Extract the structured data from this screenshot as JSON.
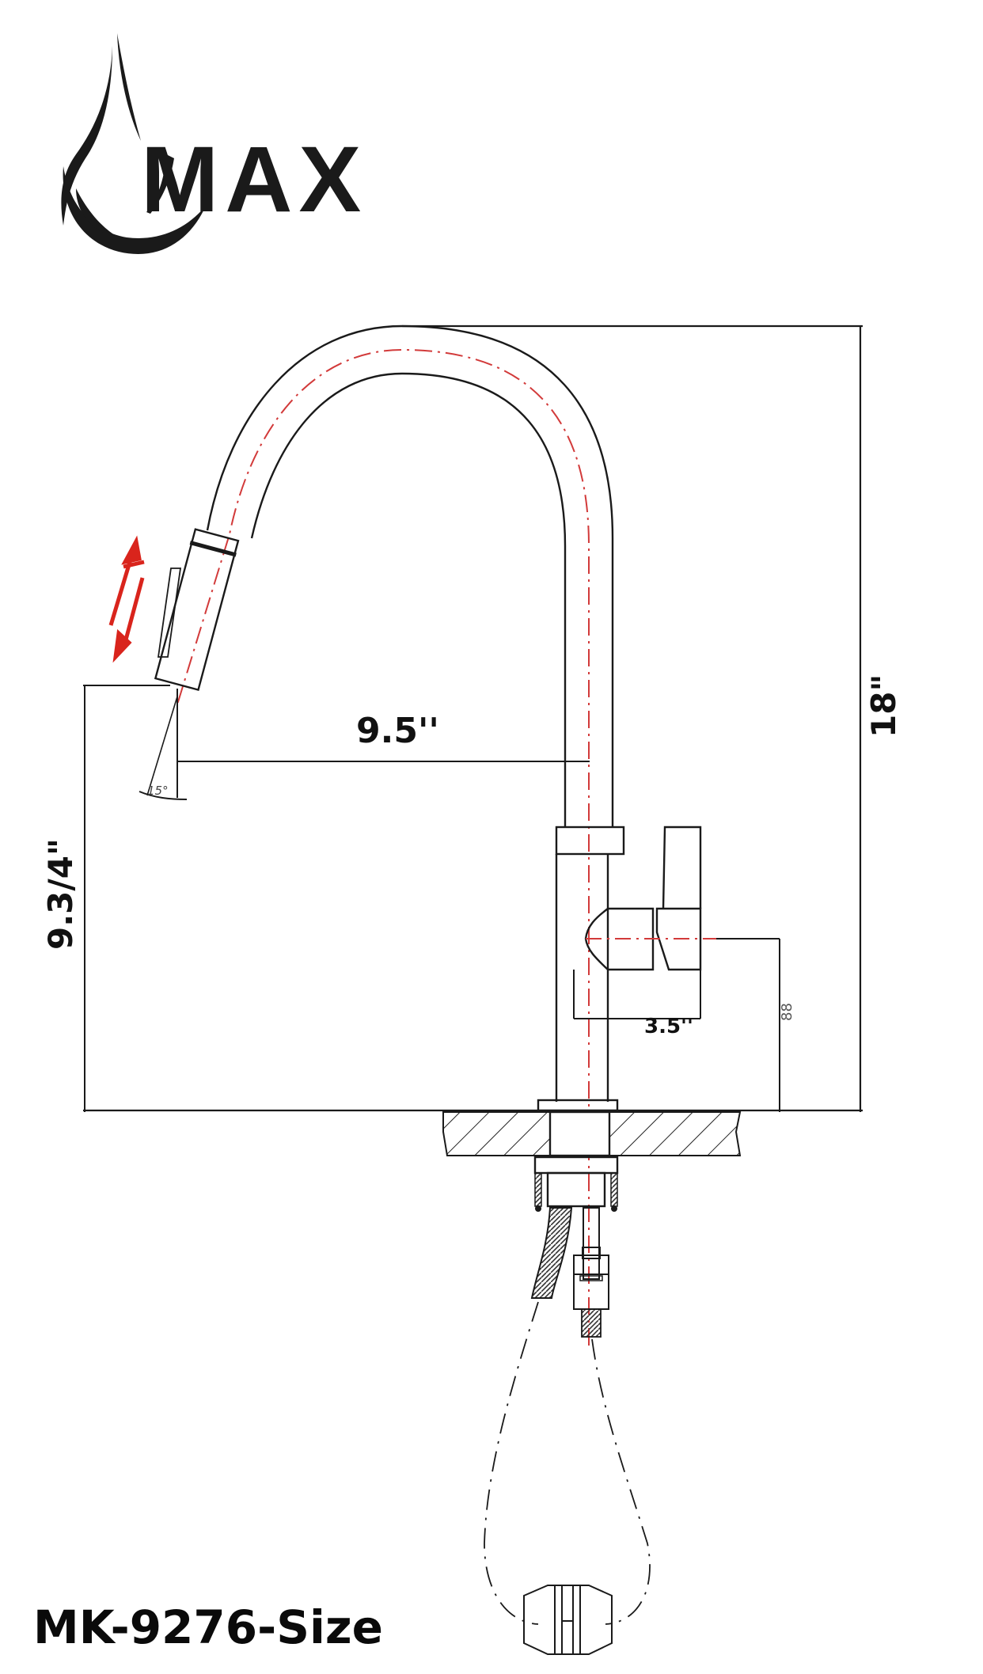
{
  "brand": {
    "name": "MAX",
    "logo_icon": "water-drop-icon"
  },
  "drawing": {
    "title": "Pull-down kitchen faucet dimension drawing",
    "dimensions": {
      "height_total": "18\"",
      "spout_reach": "9.5''",
      "spout_clearance": "9.3/4\"",
      "handle_reach": "3.5''",
      "handle_height_mm": "88",
      "spray_angle": "15°"
    },
    "icons": {
      "pull_arrow": "bidirectional-arrow-icon"
    },
    "colors": {
      "line": "#1a1a1a",
      "centerline": "#d23a3a",
      "arrow": "#d9241c"
    }
  },
  "model_label": "MK-9276-Size"
}
